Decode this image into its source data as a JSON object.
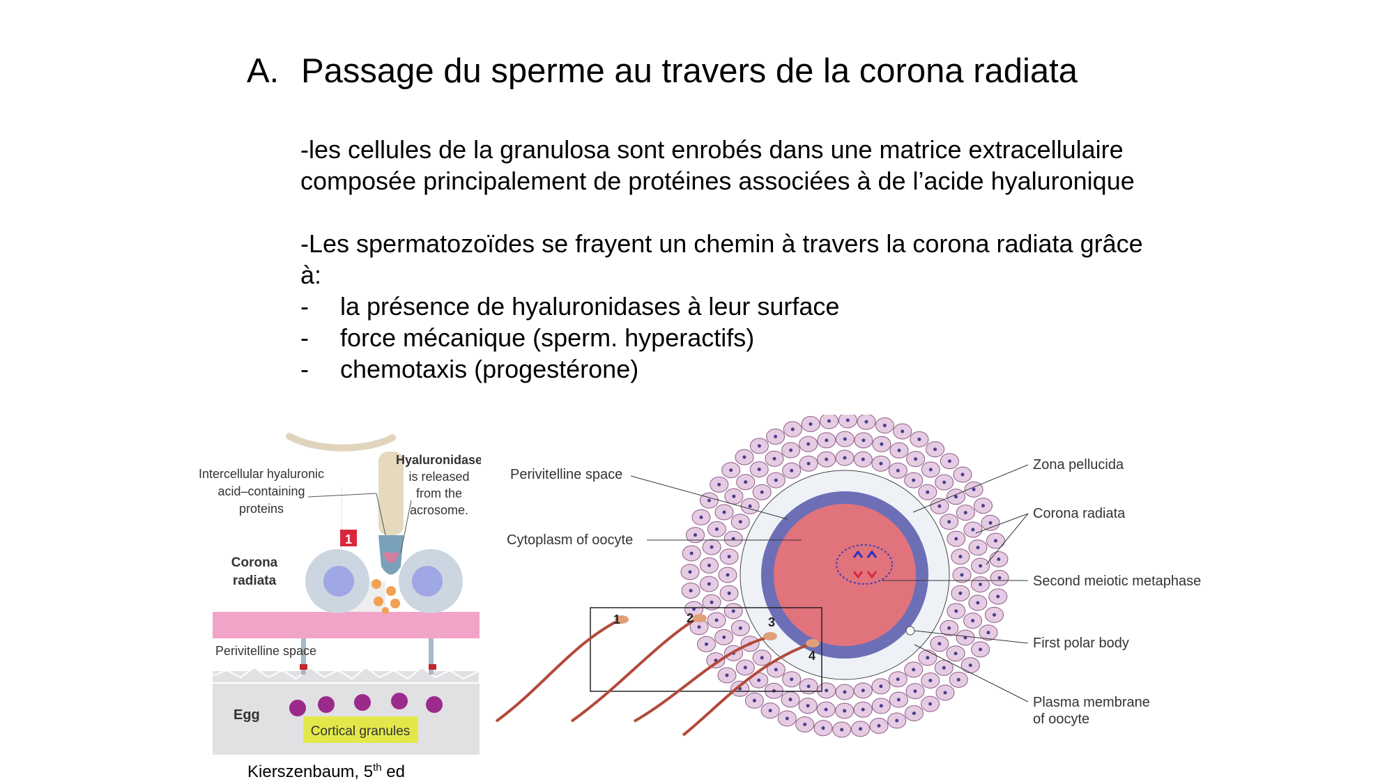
{
  "title": {
    "letter": "A.",
    "text": "Passage du sperme au travers de la corona radiata"
  },
  "paragraph1": {
    "line1": "-les cellules de la granulosa sont enrobés dans une matrice extracellulaire",
    "line2": "composée principalement de protéines associées à de l’acide hyaluronique"
  },
  "paragraph2": {
    "line1": "-Les spermatozoïdes se frayent un chemin à travers la corona radiata grâce",
    "line2": "à:",
    "bullets": [
      {
        "dash": "-",
        "text": "la présence de hyaluronidases à leur surface"
      },
      {
        "dash": "-",
        "text": "force mécanique (sperm. hyperactifs)"
      },
      {
        "dash": "-",
        "text": "chemotaxis (progestérone)"
      }
    ]
  },
  "figure_left": {
    "intercellular": [
      "Intercellular hyaluronic",
      "acid–containing",
      "proteins"
    ],
    "hyaluronidase": [
      "Hyaluronidase",
      "is released",
      "from the",
      "acrosome."
    ],
    "step_badge": "1",
    "corona": [
      "Corona",
      "radiata"
    ],
    "perivitelline": "Perivitelline space",
    "egg": "Egg",
    "cortical": "Cortical granules"
  },
  "figure_right": {
    "perivitelline": "Perivitelline space",
    "cytoplasm": "Cytoplasm of oocyte",
    "zona": "Zona pellucida",
    "corona": "Corona radiata",
    "metaphase": "Second meiotic metaphase",
    "polar_body": "First polar body",
    "plasma": [
      "Plasma membrane",
      "of oocyte"
    ],
    "numbers": [
      "1",
      "2",
      "3",
      "4"
    ]
  },
  "caption": {
    "text": "Kierszenbaum, 5",
    "sup": "th",
    "suffix": " ed"
  },
  "colors": {
    "membrane_pink": "#f2a4c8",
    "zona_blue": "#6d6fb6",
    "cytoplasm_red": "#e1737d",
    "cell_pink": "#e6cce3",
    "label_yellow": "#e3e84a",
    "granule_purple": "#9b2a8a",
    "badge_red": "#d8283a"
  }
}
